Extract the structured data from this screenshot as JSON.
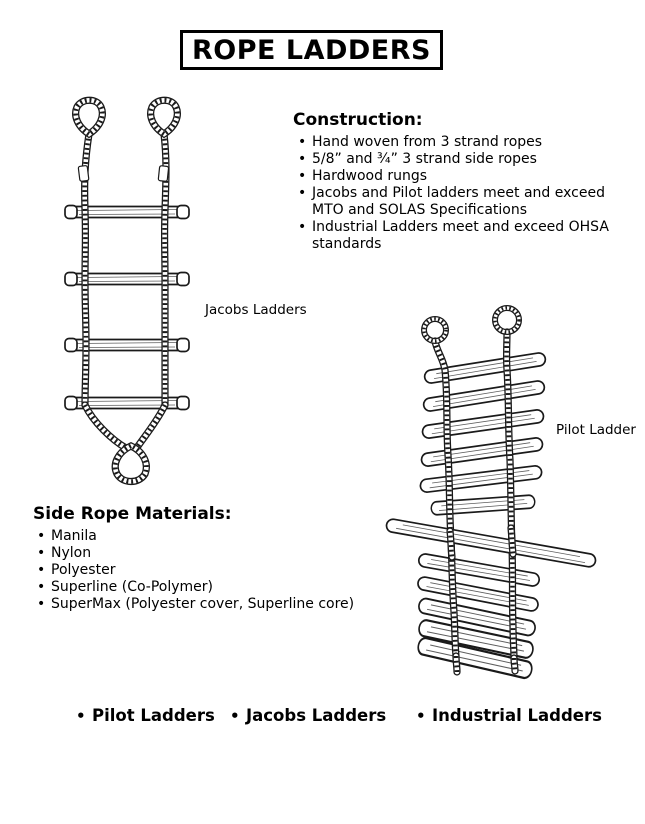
{
  "title": "ROPE LADDERS",
  "construction": {
    "heading": "Construction:",
    "bullets": [
      {
        "lines": [
          "Hand woven from 3 strand ropes",
          ""
        ]
      },
      {
        "lines": [
          "5/8” and ¾” 3 strand side ropes",
          ""
        ]
      },
      {
        "lines": [
          "Hardwood rungs",
          ""
        ]
      },
      {
        "lines": [
          "Jacobs and Pilot ladders meet and exceed",
          "MTO and SOLAS Specifications"
        ]
      },
      {
        "lines": [
          "Industrial Ladders meet and exceed OHSA",
          "standards"
        ]
      }
    ]
  },
  "materials": {
    "heading": "Side Rope Materials:",
    "bullets": [
      {
        "lines": [
          "Manila",
          ""
        ]
      },
      {
        "lines": [
          "Nylon",
          ""
        ]
      },
      {
        "lines": [
          "Polyester",
          ""
        ]
      },
      {
        "lines": [
          "Superline (Co-Polymer)",
          ""
        ]
      },
      {
        "lines": [
          "SuperMax (Polyester cover, Superline core)",
          ""
        ]
      }
    ]
  },
  "figures": {
    "jacobs": {
      "caption": "Jacobs Ladders"
    },
    "pilot": {
      "caption": "Pilot Ladder"
    }
  },
  "footer": {
    "items": [
      {
        "line1": "Pilot",
        "line2": "Ladders"
      },
      {
        "line1": "Jacobs",
        "line2": "Ladders"
      },
      {
        "line1": "Industrial",
        "line2": "Ladders"
      }
    ]
  },
  "colors": {
    "ink": "#000000",
    "paper": "#ffffff"
  }
}
